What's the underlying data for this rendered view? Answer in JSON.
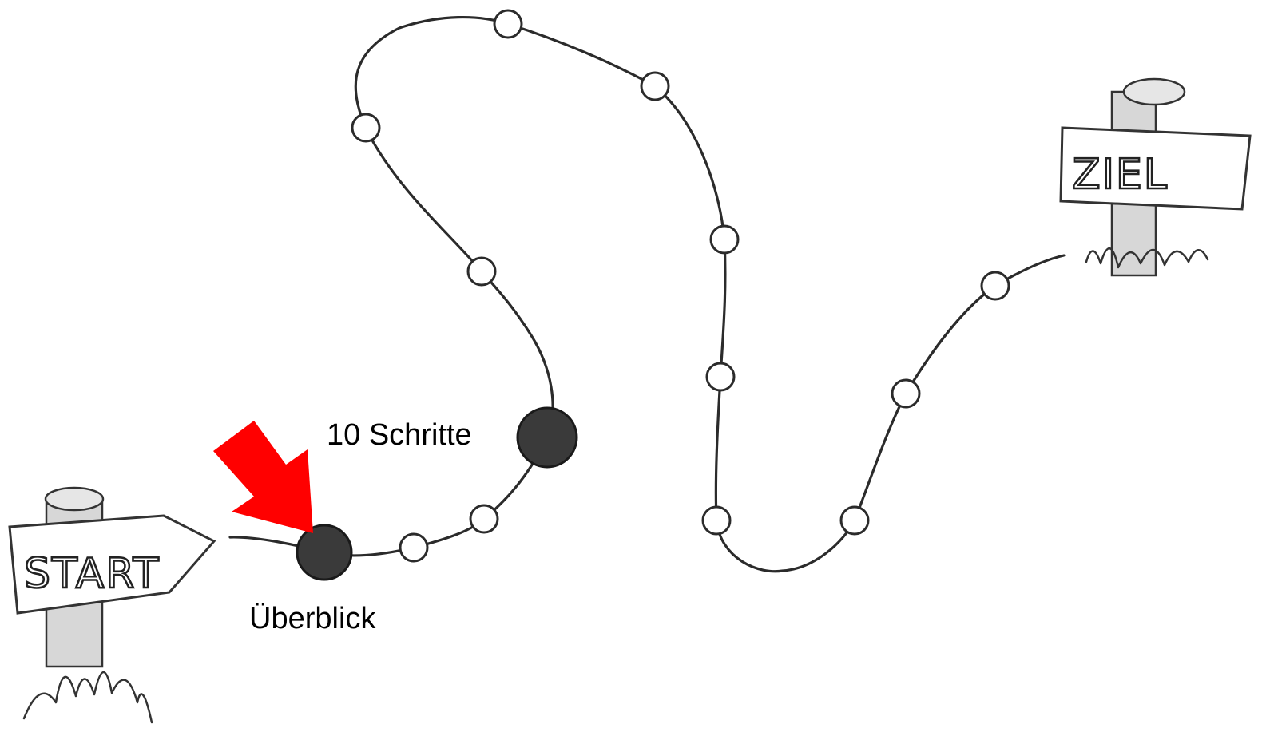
{
  "signs": {
    "start": "START",
    "goal": "ZIEL"
  },
  "labels": {
    "ueberblick": "Überblick",
    "schritte": "10 Schritte"
  },
  "icons": {
    "arrow": "red-arrow-icon"
  },
  "colors": {
    "arrow": "#ff0000",
    "line": "#2b2b2b",
    "filled_stop": "#3a3a3a"
  }
}
